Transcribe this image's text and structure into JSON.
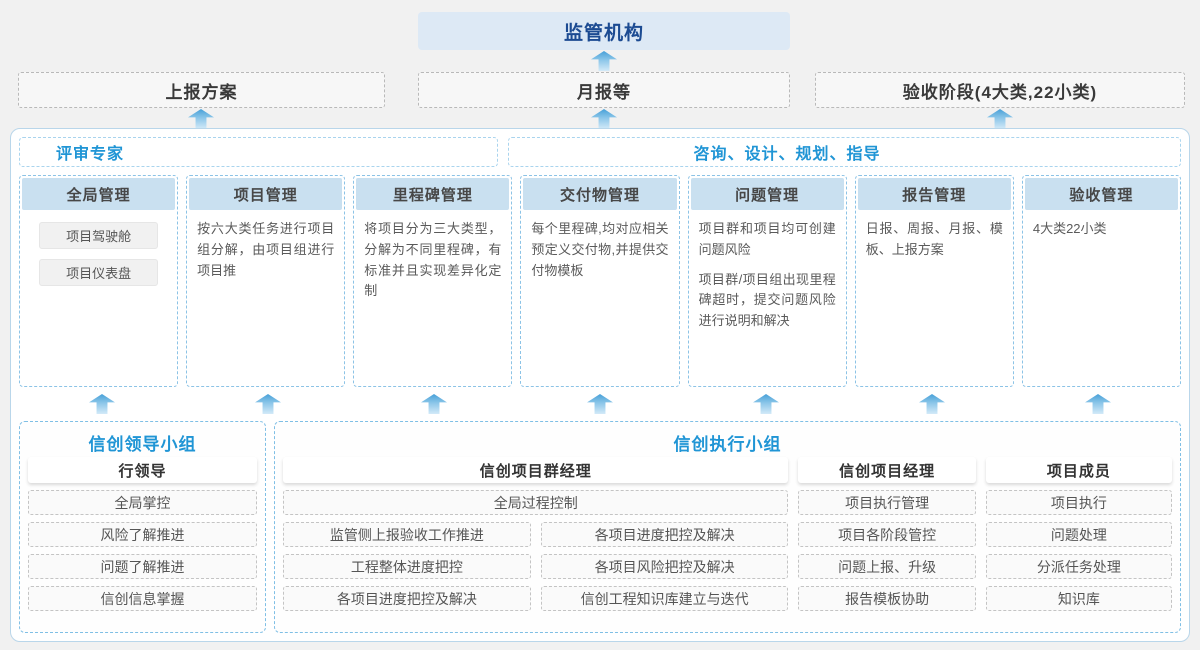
{
  "top": {
    "regulator": "监管机构"
  },
  "row2": {
    "box1": "上报方案",
    "box2": "月报等",
    "box3": "验收阶段(4大类,22小类)"
  },
  "panel": {
    "left_header": "评审专家",
    "right_header": "咨询、设计、规划、指导",
    "columns": [
      {
        "title": "全局管理",
        "pill1": "项目驾驶舱",
        "pill2": "项目仪表盘"
      },
      {
        "title": "项目管理",
        "body": "按六大类任务进行项目组分解，由项目组进行项目推"
      },
      {
        "title": "里程碑管理",
        "body": "将项目分为三大类型，分解为不同里程碑，有标准并且实现差异化定制"
      },
      {
        "title": "交付物管理",
        "body": "每个里程碑,均对应相关预定义交付物,并提供交付物模板"
      },
      {
        "title": "问题管理",
        "body": "项目群和项目均可创建问题风险",
        "body2": "项目群/项目组出现里程碑超时，提交问题风险进行说明和解决"
      },
      {
        "title": "报告管理",
        "body": "日报、周报、月报、模板、上报方案"
      },
      {
        "title": "验收管理",
        "body": "4大类22小类"
      }
    ]
  },
  "bottom": {
    "leader_group": {
      "title": "信创领导小组",
      "role": "行领导",
      "items": [
        "全局掌控",
        "风险了解推进",
        "问题了解推进",
        "信创信息掌握"
      ]
    },
    "exec_group": {
      "title": "信创执行小组",
      "pm_group": {
        "role": "信创项目群经理",
        "full_item": "全局过程控制",
        "rows": [
          [
            "监管侧上报验收工作推进",
            "各项目进度把控及解决"
          ],
          [
            "工程整体进度把控",
            "各项目风险把控及解决"
          ],
          [
            "各项目进度把控及解决",
            "信创工程知识库建立与迭代"
          ]
        ]
      },
      "pm": {
        "role": "信创项目经理",
        "items": [
          "项目执行管理",
          "项目各阶段管控",
          "问题上报、升级",
          "报告模板协助"
        ]
      },
      "member": {
        "role": "项目成员",
        "items": [
          "项目执行",
          "问题处理",
          "分派任务处理",
          "知识库"
        ]
      }
    }
  },
  "colors": {
    "accent_blue": "#2095d5",
    "dark_blue": "#1c4b92",
    "top_box_bg": "#dde9f5",
    "column_header_bg": "#c9e0f0",
    "dashed_blue_border": "#8cc3e6",
    "arrow_gradient_top": "#47a0d8",
    "arrow_gradient_bottom": "#d3eaf8"
  }
}
